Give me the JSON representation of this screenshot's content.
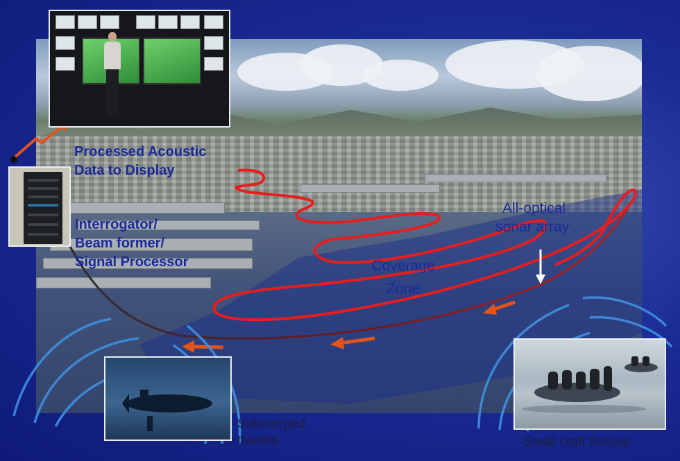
{
  "labels": {
    "processed_line1": "Processed Acoustic",
    "processed_line2": "Data to Display",
    "interrogator_line1": "Interrogator/",
    "interrogator_line2": "Beam former/",
    "interrogator_line3": "Signal Processor",
    "coverage_line1": "Coverage",
    "coverage_line2": "Zone",
    "array_line1": "All-optical",
    "array_line2": "sonar array",
    "submerged_line1": "Submerged",
    "submerged_line2": "threats",
    "small_craft": "Small craft  threats"
  },
  "colors": {
    "background": "#1b2c96",
    "label_text": "#1a2a9a",
    "sonar_loop": "#e61e1e",
    "cable": "#7a2416",
    "threat_arrow": "#e2541c",
    "sonar_waves": "#3f8fe0",
    "lightning": "#e2541c"
  },
  "icons": {
    "arrow_down": "white-arrow-down-icon",
    "lightning": "lightning-bolt-icon"
  }
}
